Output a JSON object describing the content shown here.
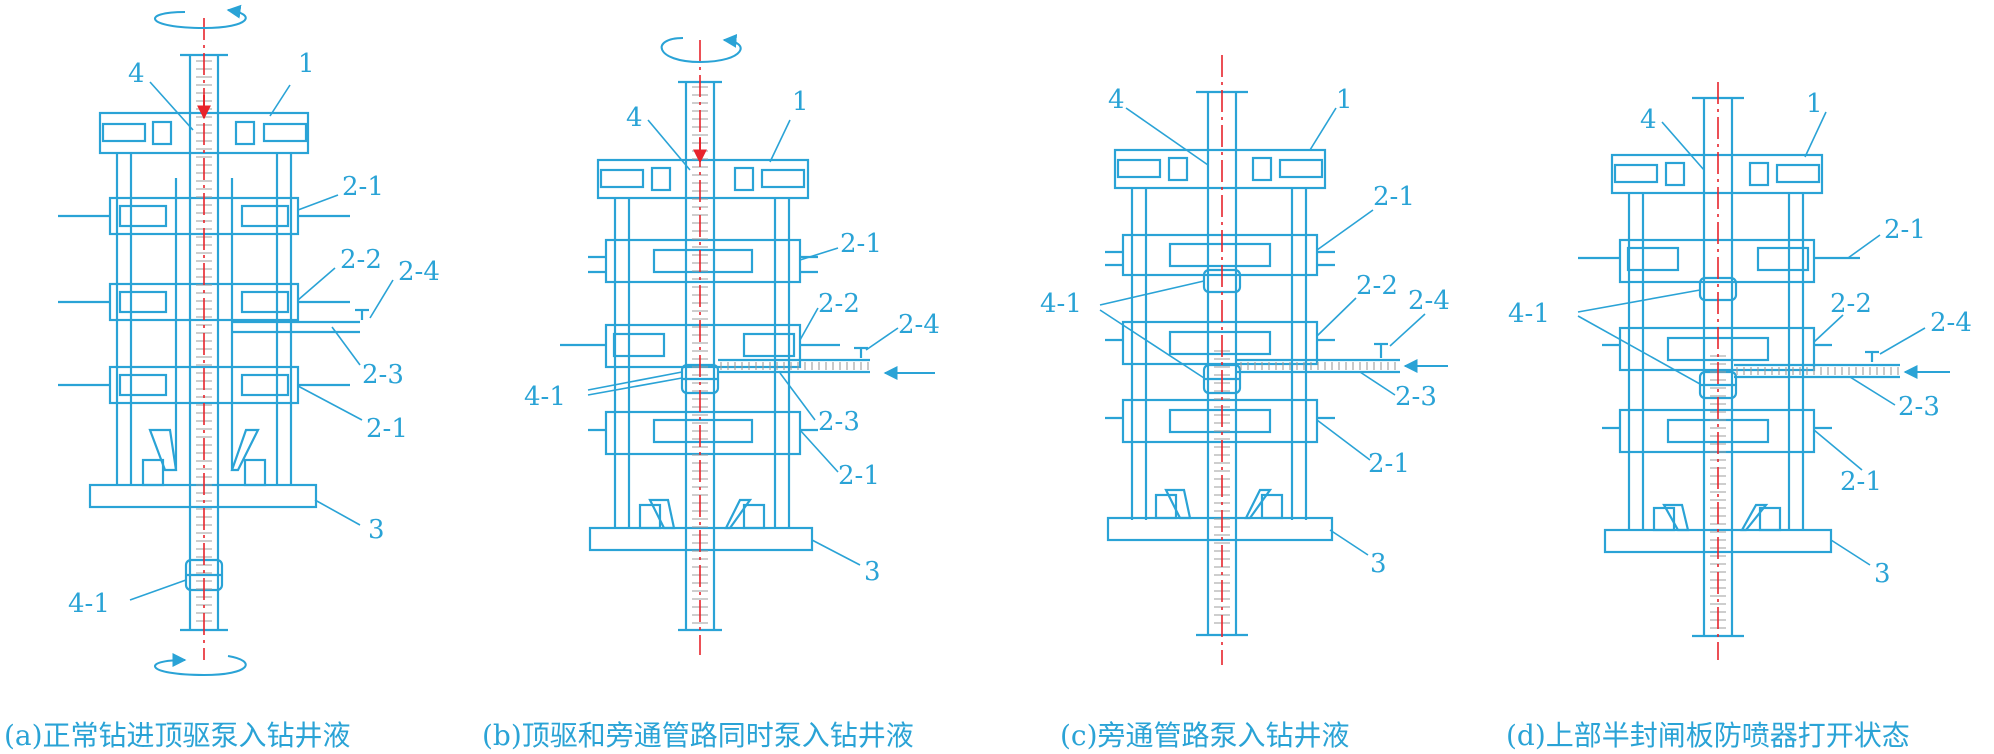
{
  "colors": {
    "line": "#2aa3d6",
    "centerline": "#e8242c",
    "fluid_dots": "#9e9e9e",
    "text": "#2aa3d6",
    "background": "#ffffff"
  },
  "panels": [
    {
      "id": "a",
      "caption": "(a)正常钻进顶驱泵入钻井液",
      "labels": {
        "l1": "1",
        "l4": "4",
        "l21a": "2-1",
        "l22": "2-2",
        "l24": "2-4",
        "l23": "2-3",
        "l21b": "2-1",
        "l3": "3",
        "l41": "4-1"
      }
    },
    {
      "id": "b",
      "caption": "(b)顶驱和旁通管路同时泵入钻井液",
      "labels": {
        "l1": "1",
        "l4": "4",
        "l21a": "2-1",
        "l22": "2-2",
        "l24": "2-4",
        "l41": "4-1",
        "l23": "2-3",
        "l21b": "2-1",
        "l3": "3"
      }
    },
    {
      "id": "c",
      "caption": "(c)旁通管路泵入钻井液",
      "labels": {
        "l1": "1",
        "l4": "4",
        "l21a": "2-1",
        "l22": "2-2",
        "l24": "2-4",
        "l41": "4-1",
        "l23": "2-3",
        "l21b": "2-1",
        "l3": "3"
      }
    },
    {
      "id": "d",
      "caption": "(d)上部半封闸板防喷器打开状态",
      "labels": {
        "l1": "1",
        "l4": "4",
        "l21a": "2-1",
        "l41": "4-1",
        "l22": "2-2",
        "l24": "2-4",
        "l23": "2-3",
        "l21b": "2-1",
        "l3": "3"
      }
    }
  ]
}
